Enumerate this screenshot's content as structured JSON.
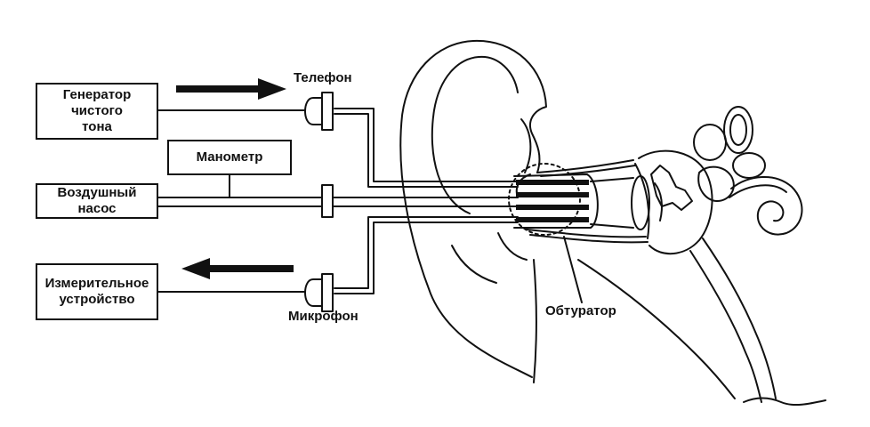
{
  "colors": {
    "ink": "#111111",
    "background": "#ffffff"
  },
  "boxes": {
    "generator": "Генератор\nчистого\nтона",
    "manometer": "Манометр",
    "air_pump": "Воздушный\nнасос",
    "measuring_device": "Измерительное\nустройство"
  },
  "labels": {
    "telephone": "Телефон",
    "microphone": "Микрофон",
    "obturator": "Обтуратор"
  },
  "icons": {
    "arrow_right": "arrow-right-icon",
    "arrow_left": "arrow-left-icon",
    "telephone": "telephone-transducer-icon",
    "microphone": "microphone-transducer-icon"
  }
}
